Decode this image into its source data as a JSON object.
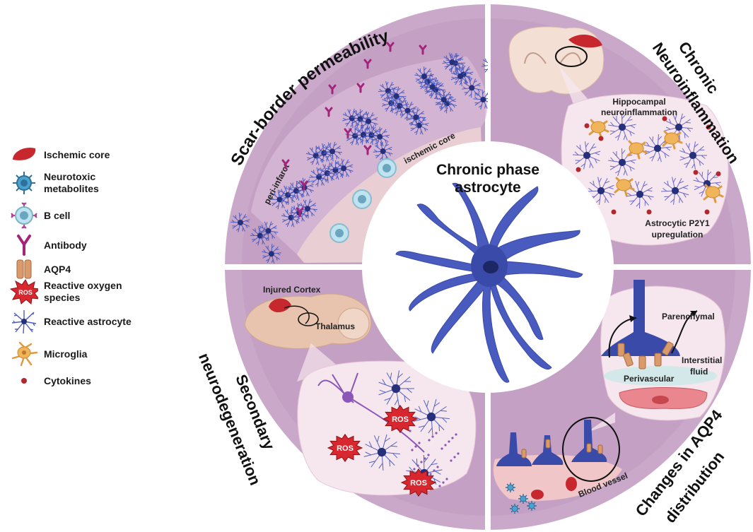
{
  "legend": [
    {
      "id": "ischemic-core",
      "label": "Ischemic core",
      "icon": "red-blob-icon"
    },
    {
      "id": "neurotoxic-metabolites",
      "label": "Neurotoxic metabolites",
      "icon": "virus-particle-icon"
    },
    {
      "id": "b-cell",
      "label": "B cell",
      "icon": "b-cell-icon"
    },
    {
      "id": "antibody",
      "label": "Antibody",
      "icon": "antibody-icon"
    },
    {
      "id": "aqp4",
      "label": "AQP4",
      "icon": "aqp4-channel-icon"
    },
    {
      "id": "ros",
      "label": "Reactive oxygen species",
      "icon": "ros-burst-icon",
      "badge": "ROS"
    },
    {
      "id": "reactive-astrocyte",
      "label": "Reactive astrocyte",
      "icon": "astrocyte-icon"
    },
    {
      "id": "microglia",
      "label": "Microglia",
      "icon": "microglia-icon"
    },
    {
      "id": "cytokines",
      "label": "Cytokines",
      "icon": "cytokine-dot-icon"
    }
  ],
  "center": {
    "title_line1": "Chronic phase",
    "title_line2": "astrocyte"
  },
  "quadrants": {
    "top_left": {
      "title": "Scar-border permeability",
      "label_peri": "peri-infarct",
      "label_core": "ischemic core"
    },
    "top_right": {
      "title_line1": "Chronic",
      "title_line2": "Neuroinflammation",
      "label_hippo_line1": "Hippocampal",
      "label_hippo_line2": "neuroinflammation",
      "label_p2y1_line1": "Astrocytic P2Y1",
      "label_p2y1_line2": "upregulation"
    },
    "bottom_left": {
      "title_line1": "Secondary",
      "title_line2": "neurodegeneration",
      "label_cortex": "Injured Cortex",
      "label_thalamus": "Thalamus",
      "ros_label": "ROS"
    },
    "bottom_right": {
      "title_line1": "Changes in AQP4",
      "title_line2": "distribution",
      "label_parenchymal": "Parenchymal",
      "label_interstitial_line1": "Interstitial",
      "label_interstitial_line2": "fluid",
      "label_perivascular": "Perivascular",
      "label_blood_vessel": "Blood vessel"
    }
  },
  "colors": {
    "ring": "#c9a8ca",
    "panel": "#b793b9",
    "inner_pale": "#f6e6ee",
    "astrocyte": "#4a5bbf",
    "astrocyte_dark": "#26307a",
    "red": "#c7282d",
    "microglia": "#f0b45a",
    "aqp4": "#c98a5c"
  }
}
